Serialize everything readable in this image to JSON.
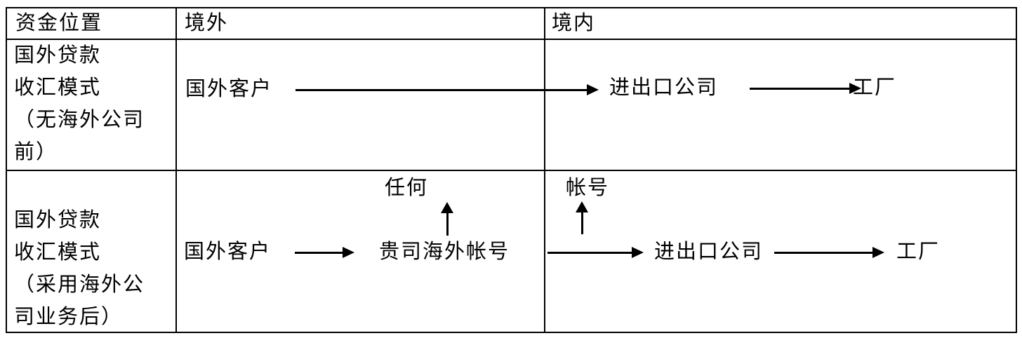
{
  "table": {
    "colors": {
      "border": "#000000",
      "text": "#000000",
      "background": "#ffffff"
    },
    "header": {
      "fund_location": "资金位置",
      "overseas": "境外",
      "domestic": "境内"
    },
    "row1": {
      "label_lines": [
        "国外贷款",
        "收汇模式",
        "（无海外公司",
        "前）"
      ],
      "flow": {
        "overseas_customer": "国外客户",
        "import_export_company": "进出口公司",
        "factory": "工厂"
      }
    },
    "row2": {
      "label_lines": [
        "国外贷款",
        "收汇模式",
        "（采用海外公",
        "司业务后）"
      ],
      "flow": {
        "overseas_customer": "国外客户",
        "your_overseas_account": "贵司海外帐号",
        "any_label": "任何",
        "account_label": "帐号",
        "import_export_company": "进出口公司",
        "factory": "工厂"
      }
    }
  }
}
